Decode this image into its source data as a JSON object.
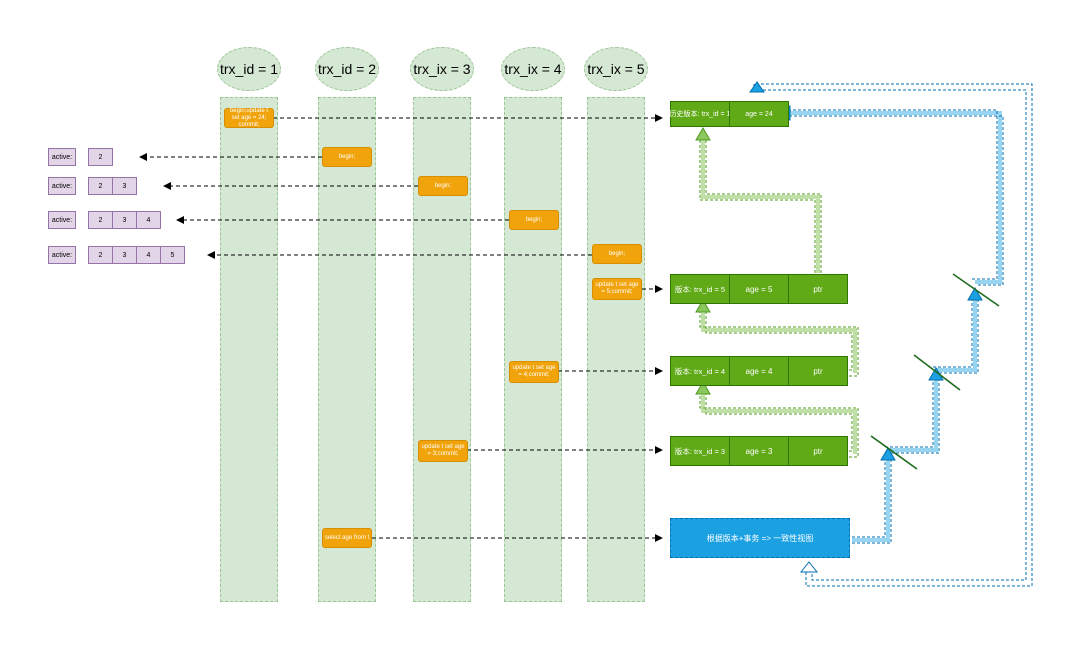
{
  "lanes": [
    {
      "label": "trx_id = 1"
    },
    {
      "label": "trx_id = 2"
    },
    {
      "label": "trx_ix = 3"
    },
    {
      "label": "trx_ix = 4"
    },
    {
      "label": "trx_ix = 5"
    }
  ],
  "operations": {
    "trx1_update": "begin;update t set age = 24; commit;",
    "trx2_begin": "begin;",
    "trx3_begin": "begin;",
    "trx4_begin": "begin;",
    "trx5_begin": "begin;",
    "trx5_update": "update t set age = 5;commit;",
    "trx4_update": "update t set age = 4;commit;",
    "trx3_update": "update t set age = 3;commit;",
    "trx2_select": "select age from t"
  },
  "active_lists": [
    {
      "label": "active:",
      "ids": [
        "2"
      ]
    },
    {
      "label": "active:",
      "ids": [
        "2",
        "3"
      ]
    },
    {
      "label": "active:",
      "ids": [
        "2",
        "3",
        "4"
      ]
    },
    {
      "label": "active:",
      "ids": [
        "2",
        "3",
        "4",
        "5"
      ]
    }
  ],
  "records": {
    "history": {
      "label": "历史版本:  trx_id = 1",
      "value": "age = 24"
    },
    "v5": {
      "label": "版本:  trx_id = 5",
      "value": "age = 5",
      "ptr": "ptr"
    },
    "v4": {
      "label": "版本:  trx_id = 4",
      "value": "age = 4",
      "ptr": "ptr"
    },
    "v3": {
      "label": "版本:  trx_id = 3",
      "value": "age = 3",
      "ptr": "ptr"
    }
  },
  "consistent_view": "根据版本+事务 => 一致性视图",
  "colors": {
    "lane_fill": "#d5e8d4",
    "operation": "#f0a30a",
    "active": "#e1d5e7",
    "record": "#60a917",
    "view": "#1ba1e2",
    "chain_arrow": "#8cc65e",
    "blue_arrow": "#1ba1e2"
  }
}
